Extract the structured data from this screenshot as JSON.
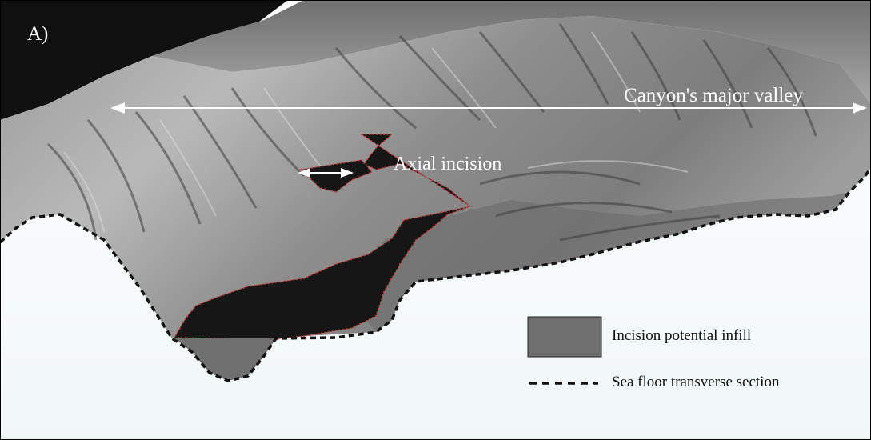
{
  "figure": {
    "panel_label": "A)",
    "annotations": {
      "major_valley": "Canyon's major valley",
      "axial_incision": "Axial incision"
    },
    "legend": [
      {
        "label": "Incision potential infill",
        "symbol": "grey-box",
        "color": "#6f6f6f"
      },
      {
        "label": "Sea floor transverse section",
        "symbol": "dashed-line",
        "color": "#111111"
      }
    ],
    "colors": {
      "terrain": "#8c8c8c",
      "terrain_dark": "#3a3a3a",
      "incision_fill": "#1a1a1a",
      "incision_outline": "#d23c3c",
      "background": "#f4f8f8"
    }
  }
}
